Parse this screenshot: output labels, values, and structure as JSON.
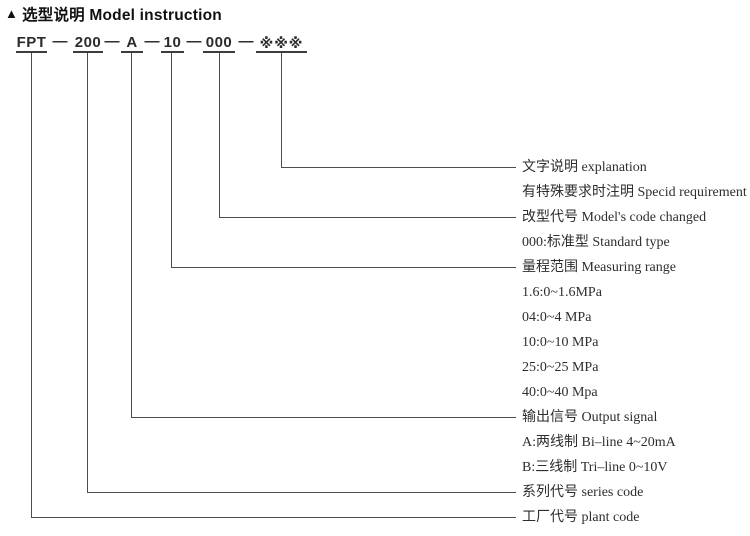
{
  "header": {
    "marker": "▲",
    "title": "选型说明  Model instruction"
  },
  "model_code": {
    "segments": [
      "FPT",
      "200",
      "A",
      "10",
      "000",
      "※※※"
    ],
    "separator": "—"
  },
  "legend": {
    "rows": [
      {
        "text": "文字说明 explanation",
        "connects_to": "※※※"
      },
      {
        "text": "有特殊要求时注明 Specid requirement",
        "connects_to": null
      },
      {
        "text": "改型代号 Model's code changed",
        "connects_to": "000"
      },
      {
        "text": "000:标准型 Standard type",
        "connects_to": null
      },
      {
        "text": "量程范围 Measuring range",
        "connects_to": "10"
      },
      {
        "text": "1.6:0~1.6MPa",
        "connects_to": null
      },
      {
        "text": "04:0~4 MPa",
        "connects_to": null
      },
      {
        "text": "10:0~10 MPa",
        "connects_to": null
      },
      {
        "text": "25:0~25 MPa",
        "connects_to": null
      },
      {
        "text": "40:0~40 Mpa",
        "connects_to": null
      },
      {
        "text": "输出信号 Output signal",
        "connects_to": "A"
      },
      {
        "text": "A:两线制 Bi–line 4~20mA",
        "connects_to": null
      },
      {
        "text": "B:三线制 Tri–line 0~10V",
        "connects_to": null
      },
      {
        "text": "系列代号 series code",
        "connects_to": "200"
      },
      {
        "text": "工厂代号 plant code",
        "connects_to": "FPT"
      }
    ]
  },
  "colors": {
    "title_text": "#111111",
    "code_text": "#2b2b2b",
    "legend_text": "#2e2e2e",
    "line": "#4d4d4d",
    "background": "#ffffff"
  }
}
